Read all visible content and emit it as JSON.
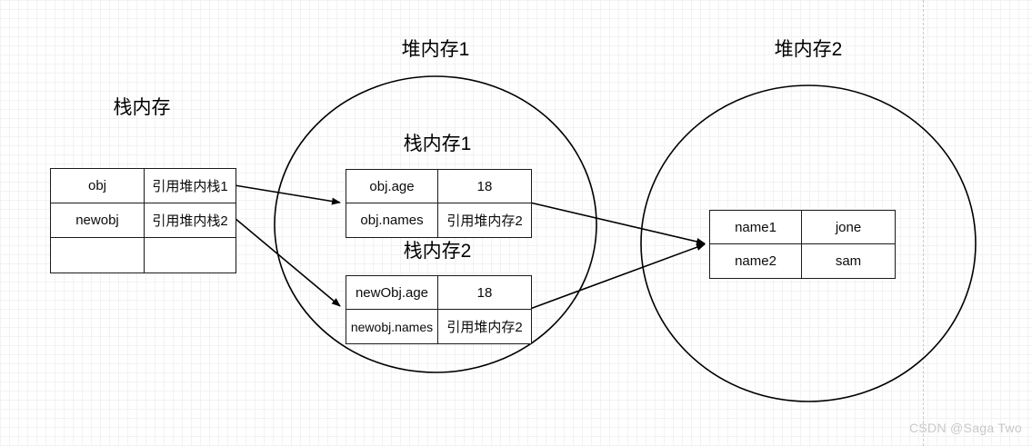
{
  "diagram": {
    "title_stack": "栈内存",
    "title_heap1": "堆内存1",
    "title_heap2": "堆内存2",
    "label_stack1": "栈内存1",
    "label_stack2": "栈内存2"
  },
  "stack_table": {
    "rows": [
      {
        "key": "obj",
        "value": "引用堆内栈1"
      },
      {
        "key": "newobj",
        "value": "引用堆内栈2"
      },
      {
        "key": "",
        "value": ""
      }
    ]
  },
  "heap1_table1": {
    "rows": [
      {
        "key": "obj.age",
        "value": "18"
      },
      {
        "key": "obj.names",
        "value": "引用堆内存2"
      }
    ]
  },
  "heap1_table2": {
    "rows": [
      {
        "key": "newObj.age",
        "value": "18"
      },
      {
        "key": "newobj.names",
        "value": "引用堆内存2"
      }
    ]
  },
  "heap2_table": {
    "rows": [
      {
        "key": "name1",
        "value": "jone"
      },
      {
        "key": "name2",
        "value": "sam"
      }
    ]
  },
  "watermark": {
    "text": "CSDN @Saga Two"
  },
  "colors": {
    "stroke": "#000000",
    "grid_minor": "#f2f2f2",
    "grid_major": "#d5d5d5",
    "background": "#ffffff",
    "watermark": "#c9c9c9"
  }
}
